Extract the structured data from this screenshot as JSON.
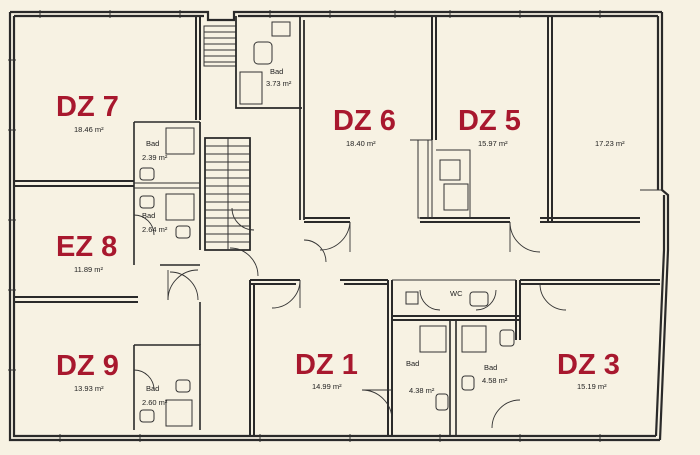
{
  "rooms": [
    {
      "id": "dz7",
      "label": "DZ 7",
      "area": "18.46 m²"
    },
    {
      "id": "dz6",
      "label": "DZ 6",
      "area": "18.40 m²"
    },
    {
      "id": "dz5",
      "label": "DZ 5",
      "area": "15.97 m²"
    },
    {
      "id": "r4",
      "label": "",
      "area": "17.23 m²"
    },
    {
      "id": "ez8",
      "label": "EZ 8",
      "area": "11.89 m²"
    },
    {
      "id": "dz9",
      "label": "DZ 9",
      "area": "13.93 m²"
    },
    {
      "id": "dz1",
      "label": "DZ 1",
      "area": "14.99 m²"
    },
    {
      "id": "dz3",
      "label": "DZ 3",
      "area": "15.19 m²"
    }
  ],
  "baths": [
    {
      "id": "bad-top",
      "label": "Bad",
      "area": "3.73 m²"
    },
    {
      "id": "bad-dz7",
      "label": "Bad",
      "area": "2.39 m²"
    },
    {
      "id": "bad-ez8",
      "label": "Bad",
      "area": "2.64 m²"
    },
    {
      "id": "bad-dz9",
      "label": "Bad",
      "area": "2.60 m²"
    },
    {
      "id": "bad-dz1",
      "label": "Bad",
      "area": "4.38 m²"
    },
    {
      "id": "bad-dz3",
      "label": "Bad",
      "area": "4.58 m²"
    }
  ],
  "wc": {
    "label": "WC"
  },
  "colors": {
    "background": "#f7f2e3",
    "room_label": "#a8182e",
    "lines": "#2a2a2a"
  }
}
